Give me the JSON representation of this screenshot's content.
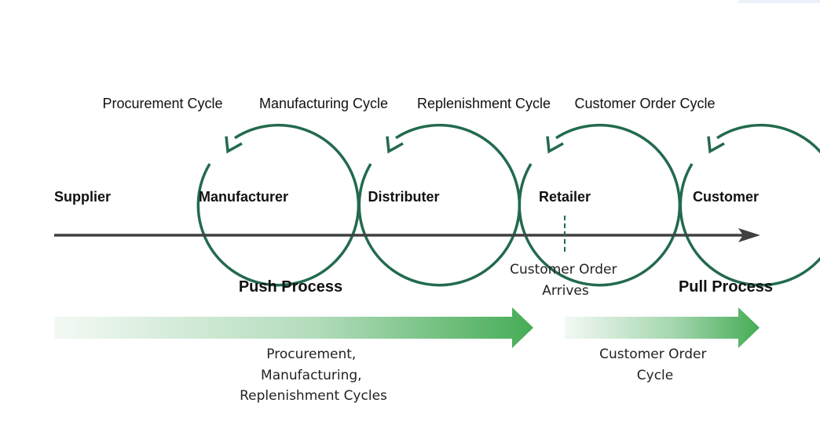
{
  "colors": {
    "cycle_stroke": "#236a4d",
    "timeline": "#404040",
    "arrow_start": "#f3f9f4",
    "arrow_end": "#45ac55"
  },
  "cycles": [
    {
      "label": "Procurement Cycle"
    },
    {
      "label": "Manufacturing Cycle"
    },
    {
      "label": "Replenishment Cycle"
    },
    {
      "label": "Customer Order Cycle"
    }
  ],
  "stages": [
    {
      "label": "Supplier"
    },
    {
      "label": "Manufacturer"
    },
    {
      "label": "Distributer"
    },
    {
      "label": "Retailer"
    },
    {
      "label": "Customer"
    }
  ],
  "boundary": {
    "lines": [
      "Customer Order",
      "Arrives"
    ]
  },
  "push": {
    "title": "Push Process",
    "description_lines": [
      "Procurement,",
      "Manufacturing,",
      "Replenishment Cycles"
    ]
  },
  "pull": {
    "title": "Pull Process",
    "description_lines": [
      "Customer Order",
      "Cycle"
    ]
  }
}
